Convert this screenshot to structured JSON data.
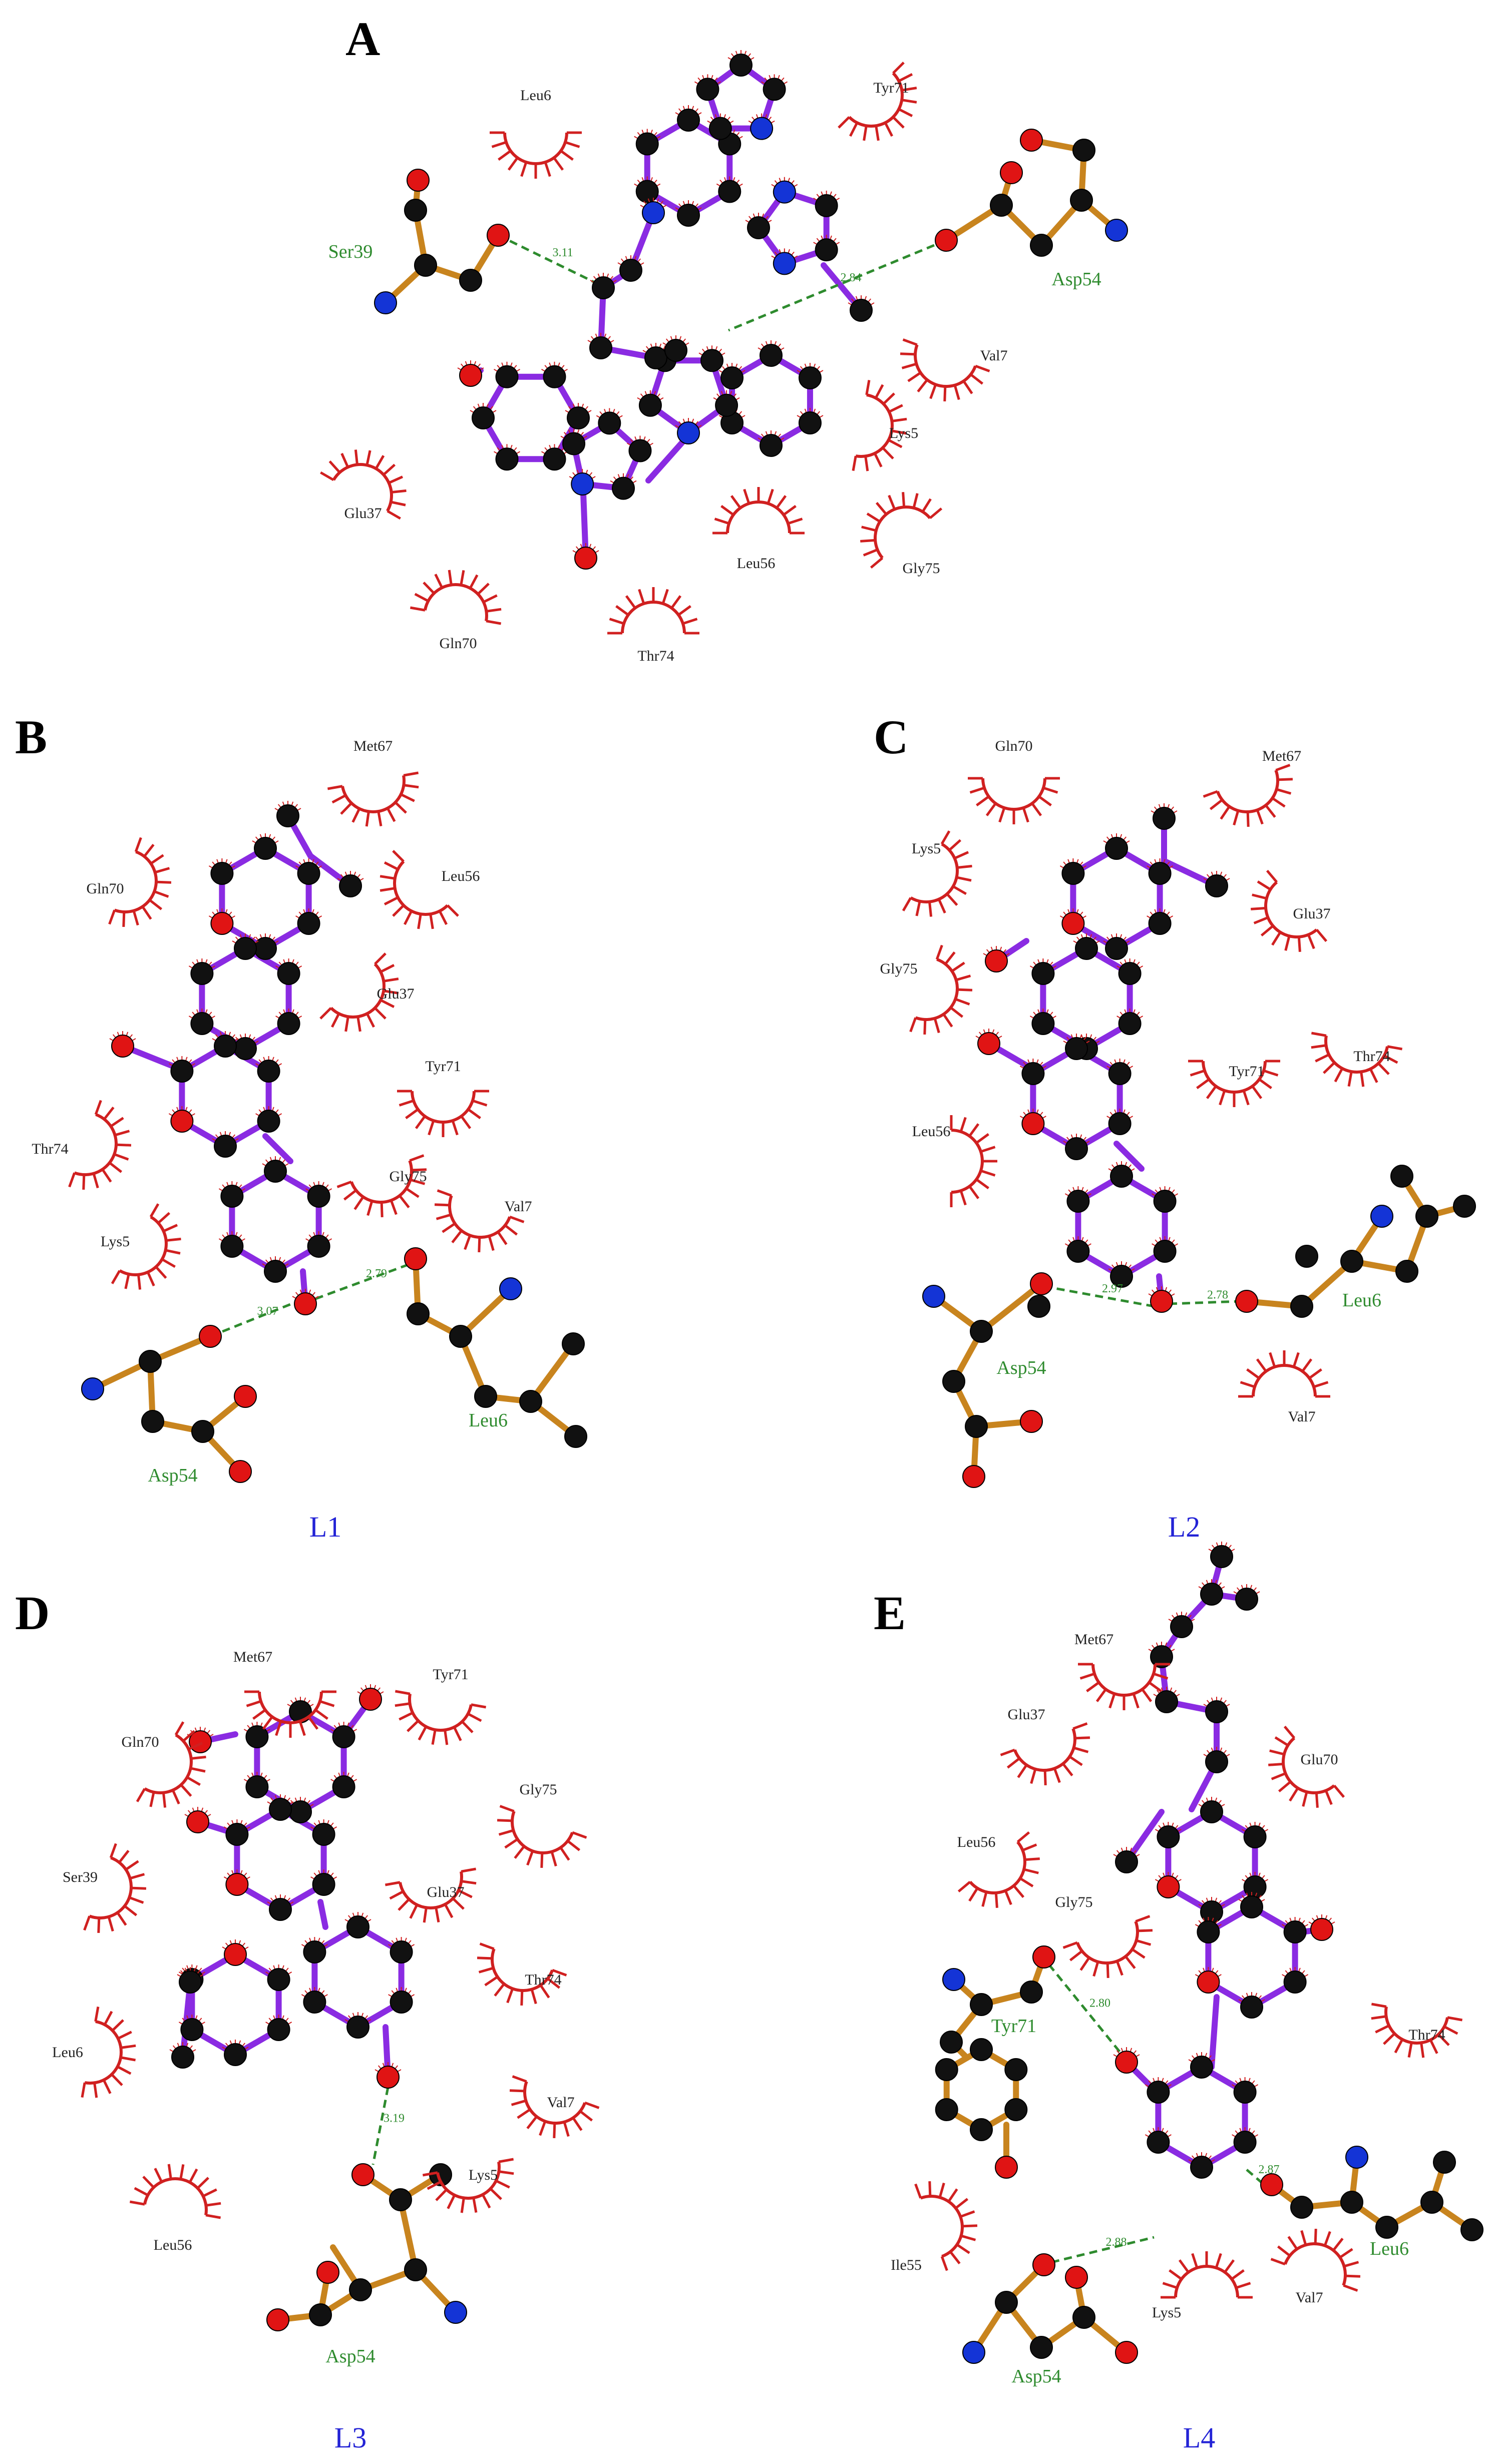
{
  "colors": {
    "ligand_bond": "#8a2be2",
    "residue_bond": "#c8841e",
    "carbon": "#111111",
    "oxygen": "#e01414",
    "nitrogen": "#1434d6",
    "hydrophobic_arc": "#d02020",
    "hbond": "#2e8b2e",
    "hbond_residue_label": "#2e8b2e",
    "ligand_label": "#2323d6"
  },
  "icons": [
    "hydrophobic-contact-arc-icon",
    "carbon-atom-icon",
    "oxygen-atom-icon",
    "nitrogen-atom-icon",
    "hydrogen-bond-line-icon"
  ],
  "panels": [
    {
      "letter": "A",
      "ligand_label": "",
      "hydrophobic_residues": [
        "Leu6",
        "Tyr71",
        "Val7",
        "Lys5",
        "Glu37",
        "Leu56",
        "Gly75",
        "Gln70",
        "Thr74"
      ],
      "hbond_residues": [
        "Ser39",
        "Asp54"
      ],
      "hbond_distances": [
        "3.11",
        "2.84"
      ]
    },
    {
      "letter": "B",
      "ligand_label": "L1",
      "hydrophobic_residues": [
        "Met67",
        "Gln70",
        "Leu56",
        "Glu37",
        "Tyr71",
        "Thr74",
        "Gly75",
        "Lys5",
        "Val7"
      ],
      "hbond_residues": [
        "Asp54",
        "Leu6"
      ],
      "hbond_distances": [
        "3.07",
        "2.79"
      ]
    },
    {
      "letter": "C",
      "ligand_label": "L2",
      "hydrophobic_residues": [
        "Gln70",
        "Met67",
        "Lys5",
        "Glu37",
        "Gly75",
        "Thr74",
        "Tyr71",
        "Leu56",
        "Val7"
      ],
      "hbond_residues": [
        "Asp54",
        "Leu6"
      ],
      "hbond_distances": [
        "2.97",
        "2.78"
      ]
    },
    {
      "letter": "D",
      "ligand_label": "L3",
      "hydrophobic_residues": [
        "Met67",
        "Tyr71",
        "Gln70",
        "Gly75",
        "Ser39",
        "Glu37",
        "Thr74",
        "Leu6",
        "Val7",
        "Lys5",
        "Leu56"
      ],
      "hbond_residues": [
        "Asp54"
      ],
      "hbond_distances": [
        "3.19"
      ]
    },
    {
      "letter": "E",
      "ligand_label": "L4",
      "hydrophobic_residues": [
        "Met67",
        "Glu37",
        "Glu70",
        "Leu56",
        "Gly75",
        "Thr74",
        "Ile55",
        "Lys5",
        "Val7"
      ],
      "hbond_residues": [
        "Tyr71",
        "Asp54",
        "Leu6"
      ],
      "hbond_distances": [
        "2.80",
        "2.88",
        "2.87"
      ]
    }
  ]
}
